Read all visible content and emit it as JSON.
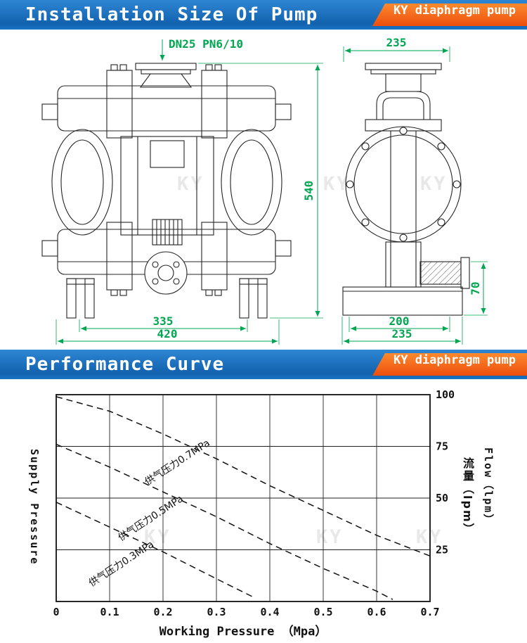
{
  "installation": {
    "title": "Installation Size Of Pump",
    "badge": "KY diaphragm pump",
    "inlet_label": "DN25 PN6/10",
    "dims": {
      "front_height": "540",
      "front_feet_span": "335",
      "front_overall_width": "420",
      "side_top_width": "235",
      "side_base_inner": "200",
      "side_base_overall": "235",
      "side_outlet_height": "70"
    }
  },
  "performance": {
    "title": "Performance Curve",
    "badge": "KY diaphragm pump"
  },
  "watermark": "KY",
  "colors": {
    "header_blue": "#1668b5",
    "badge_orange": "#f1560e",
    "dimension_green": "#00a651",
    "curve_color": "#111111"
  },
  "chart_data": {
    "type": "line",
    "title": "Performance Curve",
    "xlabel": "Working Pressure （Mpa）",
    "ylabel_left": "Supply Pressure",
    "ylabel_right_en": "Flow（lpm）",
    "ylabel_right_cn": "流量（lpm）",
    "xlim": [
      0,
      0.7
    ],
    "ylim": [
      0,
      100
    ],
    "grid": true,
    "x_ticks": [
      0,
      0.1,
      0.2,
      0.3,
      0.4,
      0.5,
      0.6,
      0.7
    ],
    "x_tick_labels": [
      "0",
      "0.1",
      "0.2",
      "0.3",
      "0.4",
      "0.5",
      "0.6",
      "0.7"
    ],
    "y_gridlines": [
      0,
      25,
      50,
      75,
      100
    ],
    "y_tick_labels_right": [
      {
        "value": 100,
        "label": "100"
      },
      {
        "value": 75,
        "label": "75"
      },
      {
        "value": 50,
        "label": "50"
      },
      {
        "value": 25,
        "label": "25"
      }
    ],
    "series": [
      {
        "name": "供气压力0.7MPa",
        "points": [
          [
            0,
            99
          ],
          [
            0.1,
            92
          ],
          [
            0.2,
            81
          ],
          [
            0.3,
            69
          ],
          [
            0.4,
            56
          ],
          [
            0.5,
            44
          ],
          [
            0.6,
            32
          ],
          [
            0.7,
            22
          ]
        ],
        "label_at": [
          0.23,
          66
        ],
        "label_rotation": -33
      },
      {
        "name": "供气压力0.5MPa",
        "points": [
          [
            0,
            76
          ],
          [
            0.1,
            65
          ],
          [
            0.2,
            53
          ],
          [
            0.3,
            41
          ],
          [
            0.4,
            28
          ],
          [
            0.5,
            16
          ],
          [
            0.6,
            5
          ],
          [
            0.63,
            1
          ]
        ],
        "label_at": [
          0.18,
          39
        ],
        "label_rotation": -33
      },
      {
        "name": "供气压力0.3MPa",
        "points": [
          [
            0,
            48
          ],
          [
            0.1,
            36
          ],
          [
            0.2,
            24
          ],
          [
            0.3,
            11
          ],
          [
            0.37,
            2
          ]
        ],
        "label_at": [
          0.125,
          17
        ],
        "label_rotation": -33
      }
    ]
  }
}
